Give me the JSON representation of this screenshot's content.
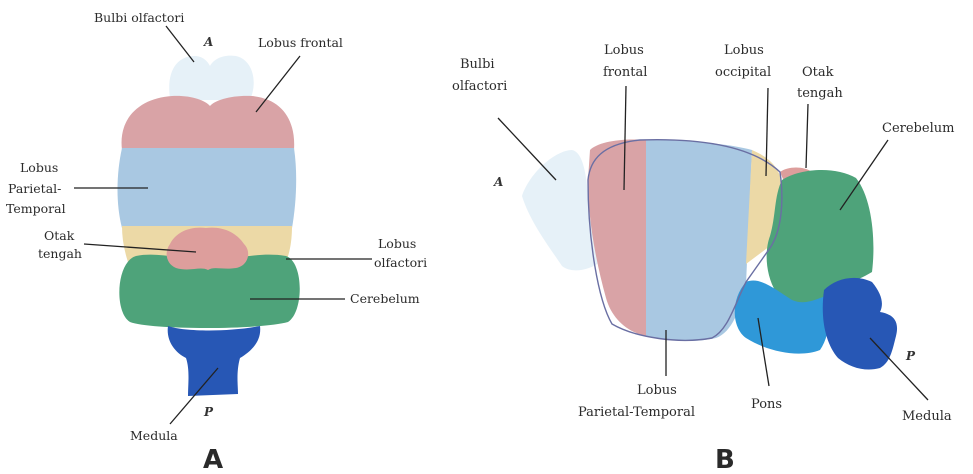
{
  "colors": {
    "olfactory_bulb": "#e6f1f8",
    "frontal_lobe": "#d9a3a6",
    "parietal_temporal_lobe": "#a9c8e2",
    "olfactory_lobe": "#ecd9a6",
    "midbrain": "#dd9e9c",
    "occipital_lobe": "#ecd9a6",
    "cerebellum": "#4ea37a",
    "pons": "#2f98d8",
    "medulla": "#2757b5"
  },
  "panel_a": {
    "panel_label": "A",
    "direction_anterior": "A",
    "direction_posterior": "P",
    "labels": {
      "bulbi_olfactori": "Bulbi olfactori",
      "lobus_frontal": "Lobus frontal",
      "lobus_parietal_temporal_line1": "Lobus",
      "lobus_parietal_temporal_line2": "Parietal-",
      "lobus_parietal_temporal_line3": "Temporal",
      "otak_tengah_line1": "Otak",
      "otak_tengah_line2": "tengah",
      "lobus_olfactori_line1": "Lobus",
      "lobus_olfactori_line2": "olfactori",
      "cerebelum": "Cerebelum",
      "medula": "Medula"
    }
  },
  "panel_b": {
    "panel_label": "B",
    "direction_anterior": "A",
    "direction_posterior": "P",
    "labels": {
      "bulbi_olfactori_line1": "Bulbi",
      "bulbi_olfactori_line2": "olfactori",
      "lobus_frontal_line1": "Lobus",
      "lobus_frontal_line2": "frontal",
      "lobus_occipital_line1": "Lobus",
      "lobus_occipital_line2": "occipital",
      "otak_tengah_line1": "Otak",
      "otak_tengah_line2": "tengah",
      "cerebelum": "Cerebelum",
      "lobus_parietal_temporal_line1": "Lobus",
      "lobus_parietal_temporal_line2": "Parietal-Temporal",
      "pons": "Pons",
      "medula": "Medula"
    }
  }
}
